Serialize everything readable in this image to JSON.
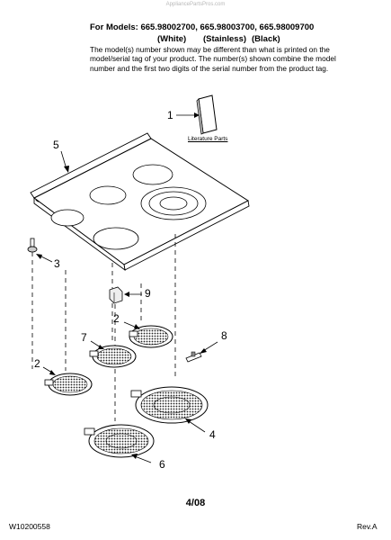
{
  "header": {
    "watermark": "AppliancePartsPros.com",
    "models_line": "For Models: 665.98002700, 665.98003700, 665.98009700",
    "finishes": [
      "(White)",
      "(Stainless)",
      "(Black)"
    ],
    "note": "The model(s) number shown may be different than what is printed on the model/serial tag of your product. The number(s) shown combine the model number and the first two digits of the serial number from the product tag."
  },
  "diagram": {
    "literature_label": "Literature Parts",
    "callouts": [
      "1",
      "5",
      "3",
      "9",
      "2",
      "7",
      "8",
      "2",
      "4",
      "6"
    ]
  },
  "footer": {
    "page": "4/08",
    "doc_number": "W10200558",
    "revision": "Rev.A"
  }
}
